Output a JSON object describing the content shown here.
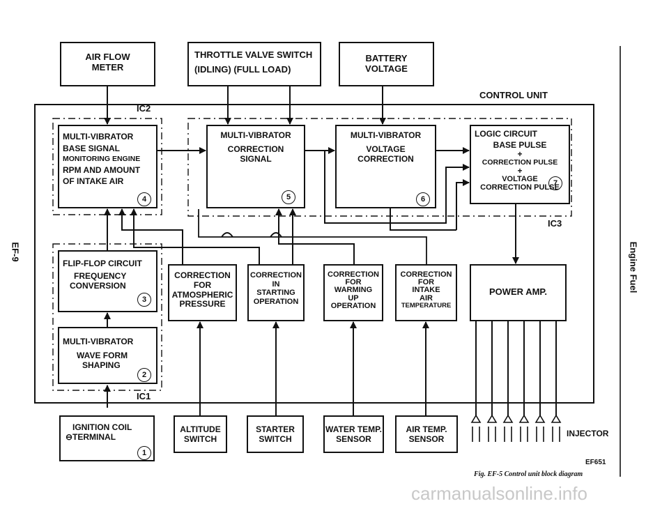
{
  "page_side_labels": {
    "left": "EF-9",
    "right": "Engine Fuel"
  },
  "external_inputs": {
    "air_flow_meter": [
      "AIR  FLOW",
      "METER"
    ],
    "throttle_valve_switch": [
      "THROTTLE VALVE SWITCH",
      "(IDLING)    (FULL LOAD)"
    ],
    "battery_voltage": [
      "BATTERY",
      "VOLTAGE"
    ]
  },
  "control_unit_label": "CONTROL UNIT",
  "ic_labels": {
    "ic1": "IC1",
    "ic2": "IC2",
    "ic3": "IC3"
  },
  "blocks": {
    "multivibrator_base_signal": [
      "MULTI-VIBRATOR",
      "BASE SIGNAL",
      "MONITORING ENGINE",
      "RPM AND AMOUNT",
      "OF INTAKE AIR"
    ],
    "multivibrator_correction_signal": [
      "MULTI-VIBRATOR",
      "CORRECTION",
      "SIGNAL"
    ],
    "multivibrator_voltage_correction": [
      "MULTI-VIBRATOR",
      "VOLTAGE",
      "CORRECTION"
    ],
    "logic_circuit": [
      "LOGIC CIRCUIT",
      "BASE PULSE",
      "+",
      "CORRECTION PULSE",
      "+",
      "VOLTAGE",
      "CORRECTION PULSE"
    ],
    "flip_flop_circuit": [
      "FLIP-FLOP CIRCUIT",
      "FREQUENCY",
      "CONVERSION"
    ],
    "multivibrator_wave_form": [
      "MULTI-VIBRATOR",
      "WAVE FORM",
      "SHAPING"
    ],
    "correction_atmospheric": [
      "CORRECTION",
      "FOR",
      "ATMOSPHERIC",
      "PRESSURE"
    ],
    "correction_starting": [
      "CORRECTION",
      "IN",
      "STARTING",
      "OPERATION"
    ],
    "correction_warming": [
      "CORRECTION",
      "FOR",
      "WARMING",
      "UP",
      "OPERATION"
    ],
    "correction_intake_air": [
      "CORRECTION",
      "FOR",
      "INTAKE",
      "AIR",
      "TEMPERATURE"
    ],
    "power_amp": [
      "POWER AMP."
    ]
  },
  "block_numbers": {
    "n1": "1",
    "n2": "2",
    "n3": "3",
    "n4": "4",
    "n5": "5",
    "n6": "6",
    "n7": "7"
  },
  "sensors": {
    "ignition_coil": [
      "IGNITION COIL",
      "⊖TERMINAL"
    ],
    "altitude_switch": [
      "ALTITUDE",
      "SWITCH"
    ],
    "starter_switch": [
      "STARTER",
      "SWITCH"
    ],
    "water_temp_sensor": [
      "WATER TEMP.",
      "SENSOR"
    ],
    "air_temp_sensor": [
      "AIR TEMP.",
      "SENSOR"
    ]
  },
  "injector_label": "INJECTOR",
  "figure_code": "EF651",
  "caption": "Fig. EF-5  Control unit block diagram",
  "watermark": "carmanualsonline.info"
}
